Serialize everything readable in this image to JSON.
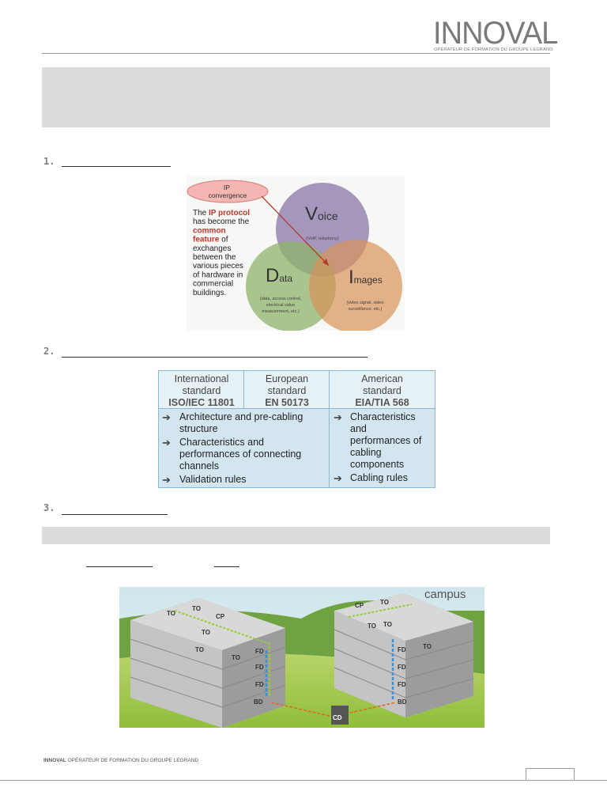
{
  "header": {
    "logo": "INNOVAL",
    "logo_subtitle": "OPÉRATEUR DE FORMATION DU GROUPE LEGRAND"
  },
  "sections": [
    {
      "number": "1."
    },
    {
      "number": "2."
    },
    {
      "number": "3."
    }
  ],
  "figure1": {
    "ip_label": "IP convergence",
    "text_lines": [
      {
        "parts": [
          {
            "t": "The ",
            "red": false
          },
          {
            "t": "IP protocol",
            "red": true
          }
        ]
      },
      {
        "parts": [
          {
            "t": "has become the",
            "red": false
          }
        ]
      },
      {
        "parts": [
          {
            "t": "common",
            "red": true
          }
        ]
      },
      {
        "parts": [
          {
            "t": "feature",
            "red": true
          },
          {
            "t": " of",
            "red": false
          }
        ]
      },
      {
        "parts": [
          {
            "t": "exchanges",
            "red": false
          }
        ]
      },
      {
        "parts": [
          {
            "t": "between the",
            "red": false
          }
        ]
      },
      {
        "parts": [
          {
            "t": "various pieces",
            "red": false
          }
        ]
      },
      {
        "parts": [
          {
            "t": "of hardware in",
            "red": false
          }
        ]
      },
      {
        "parts": [
          {
            "t": "commercial",
            "red": false
          }
        ]
      },
      {
        "parts": [
          {
            "t": "buildings.",
            "red": false
          }
        ]
      }
    ],
    "voice": {
      "initial": "V",
      "rest": "oice",
      "sub": "(VoIP, telephony)"
    },
    "data": {
      "initial": "D",
      "rest": "ata",
      "sub1": "(data, access control,",
      "sub2": "electrical value",
      "sub3": "measurement, etc.)"
    },
    "images": {
      "initial": "I",
      "rest": "mages",
      "sub1": "(video signal, video",
      "sub2": "surveillance, etc.)"
    }
  },
  "standards_table": {
    "col1": {
      "l1": "International",
      "l2": "standard",
      "code": "ISO/IEC 11801"
    },
    "col2": {
      "l1": "European",
      "l2": "standard",
      "code": "EN 50173"
    },
    "col3": {
      "l1": "American",
      "l2": "standard",
      "code": "EIA/TIA 568"
    },
    "left_items": [
      [
        "Architecture and pre-cabling",
        "structure"
      ],
      [
        "Characteristics and",
        "performances of connecting",
        "channels"
      ],
      [
        "Validation rules"
      ]
    ],
    "right_items": [
      [
        "Characteristics",
        "and",
        "performances of",
        "cabling",
        "components"
      ],
      [
        "Cabling rules"
      ]
    ],
    "arrow": "➔"
  },
  "campus": {
    "label": "campus",
    "to": "TO",
    "cp": "CP",
    "fd": "FD",
    "bd": "BD",
    "cd": "CD"
  },
  "footer": {
    "brand": "INNOVAL",
    "text": " OPÉRATEUR DE FORMATION DU GROUPE LEGRAND"
  },
  "colors": {
    "voice": "#8a76a8",
    "data": "#8fb36a",
    "images": "#d9935a",
    "red": "#c0392b"
  }
}
